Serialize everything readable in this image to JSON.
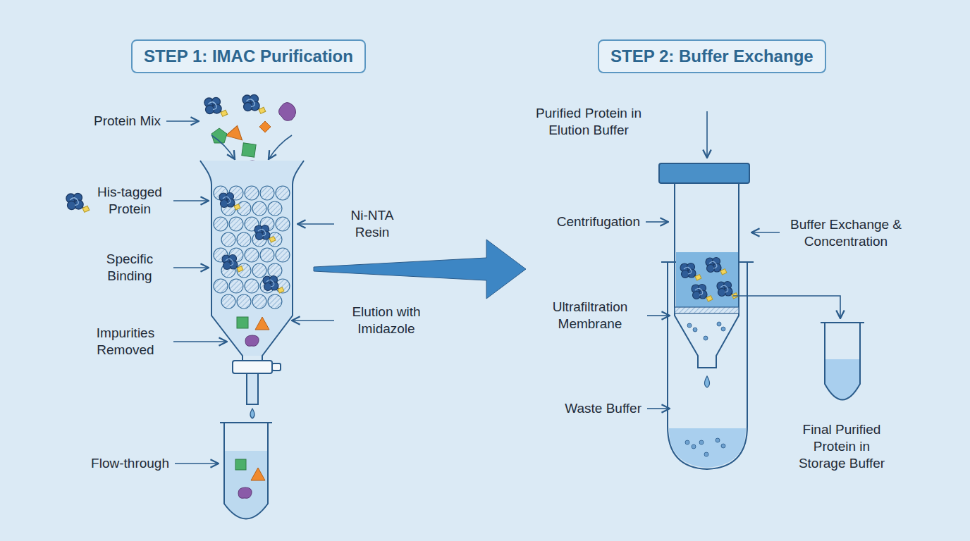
{
  "diagram": {
    "nodes": [
      {
        "text": [
          "STEP 1: IMAC Purification"
        ]
      },
      {
        "text": [
          "STEP 2: Buffer Exchange"
        ]
      }
    ],
    "labels": [
      "Protein Mix",
      "His-tagged Protein",
      "Specific Binding",
      "Impurities Removed",
      "Flow-through",
      "Ni-NTA Resin",
      "Elution with Imidazole",
      "Purified Protein in Elution Buffer",
      "Centrifugation",
      "Buffer Exchange & Concentration",
      "Ultrafiltration Membrane",
      "Waste Buffer",
      "Final Purified Protein in Storage Buffer"
    ]
  }
}
